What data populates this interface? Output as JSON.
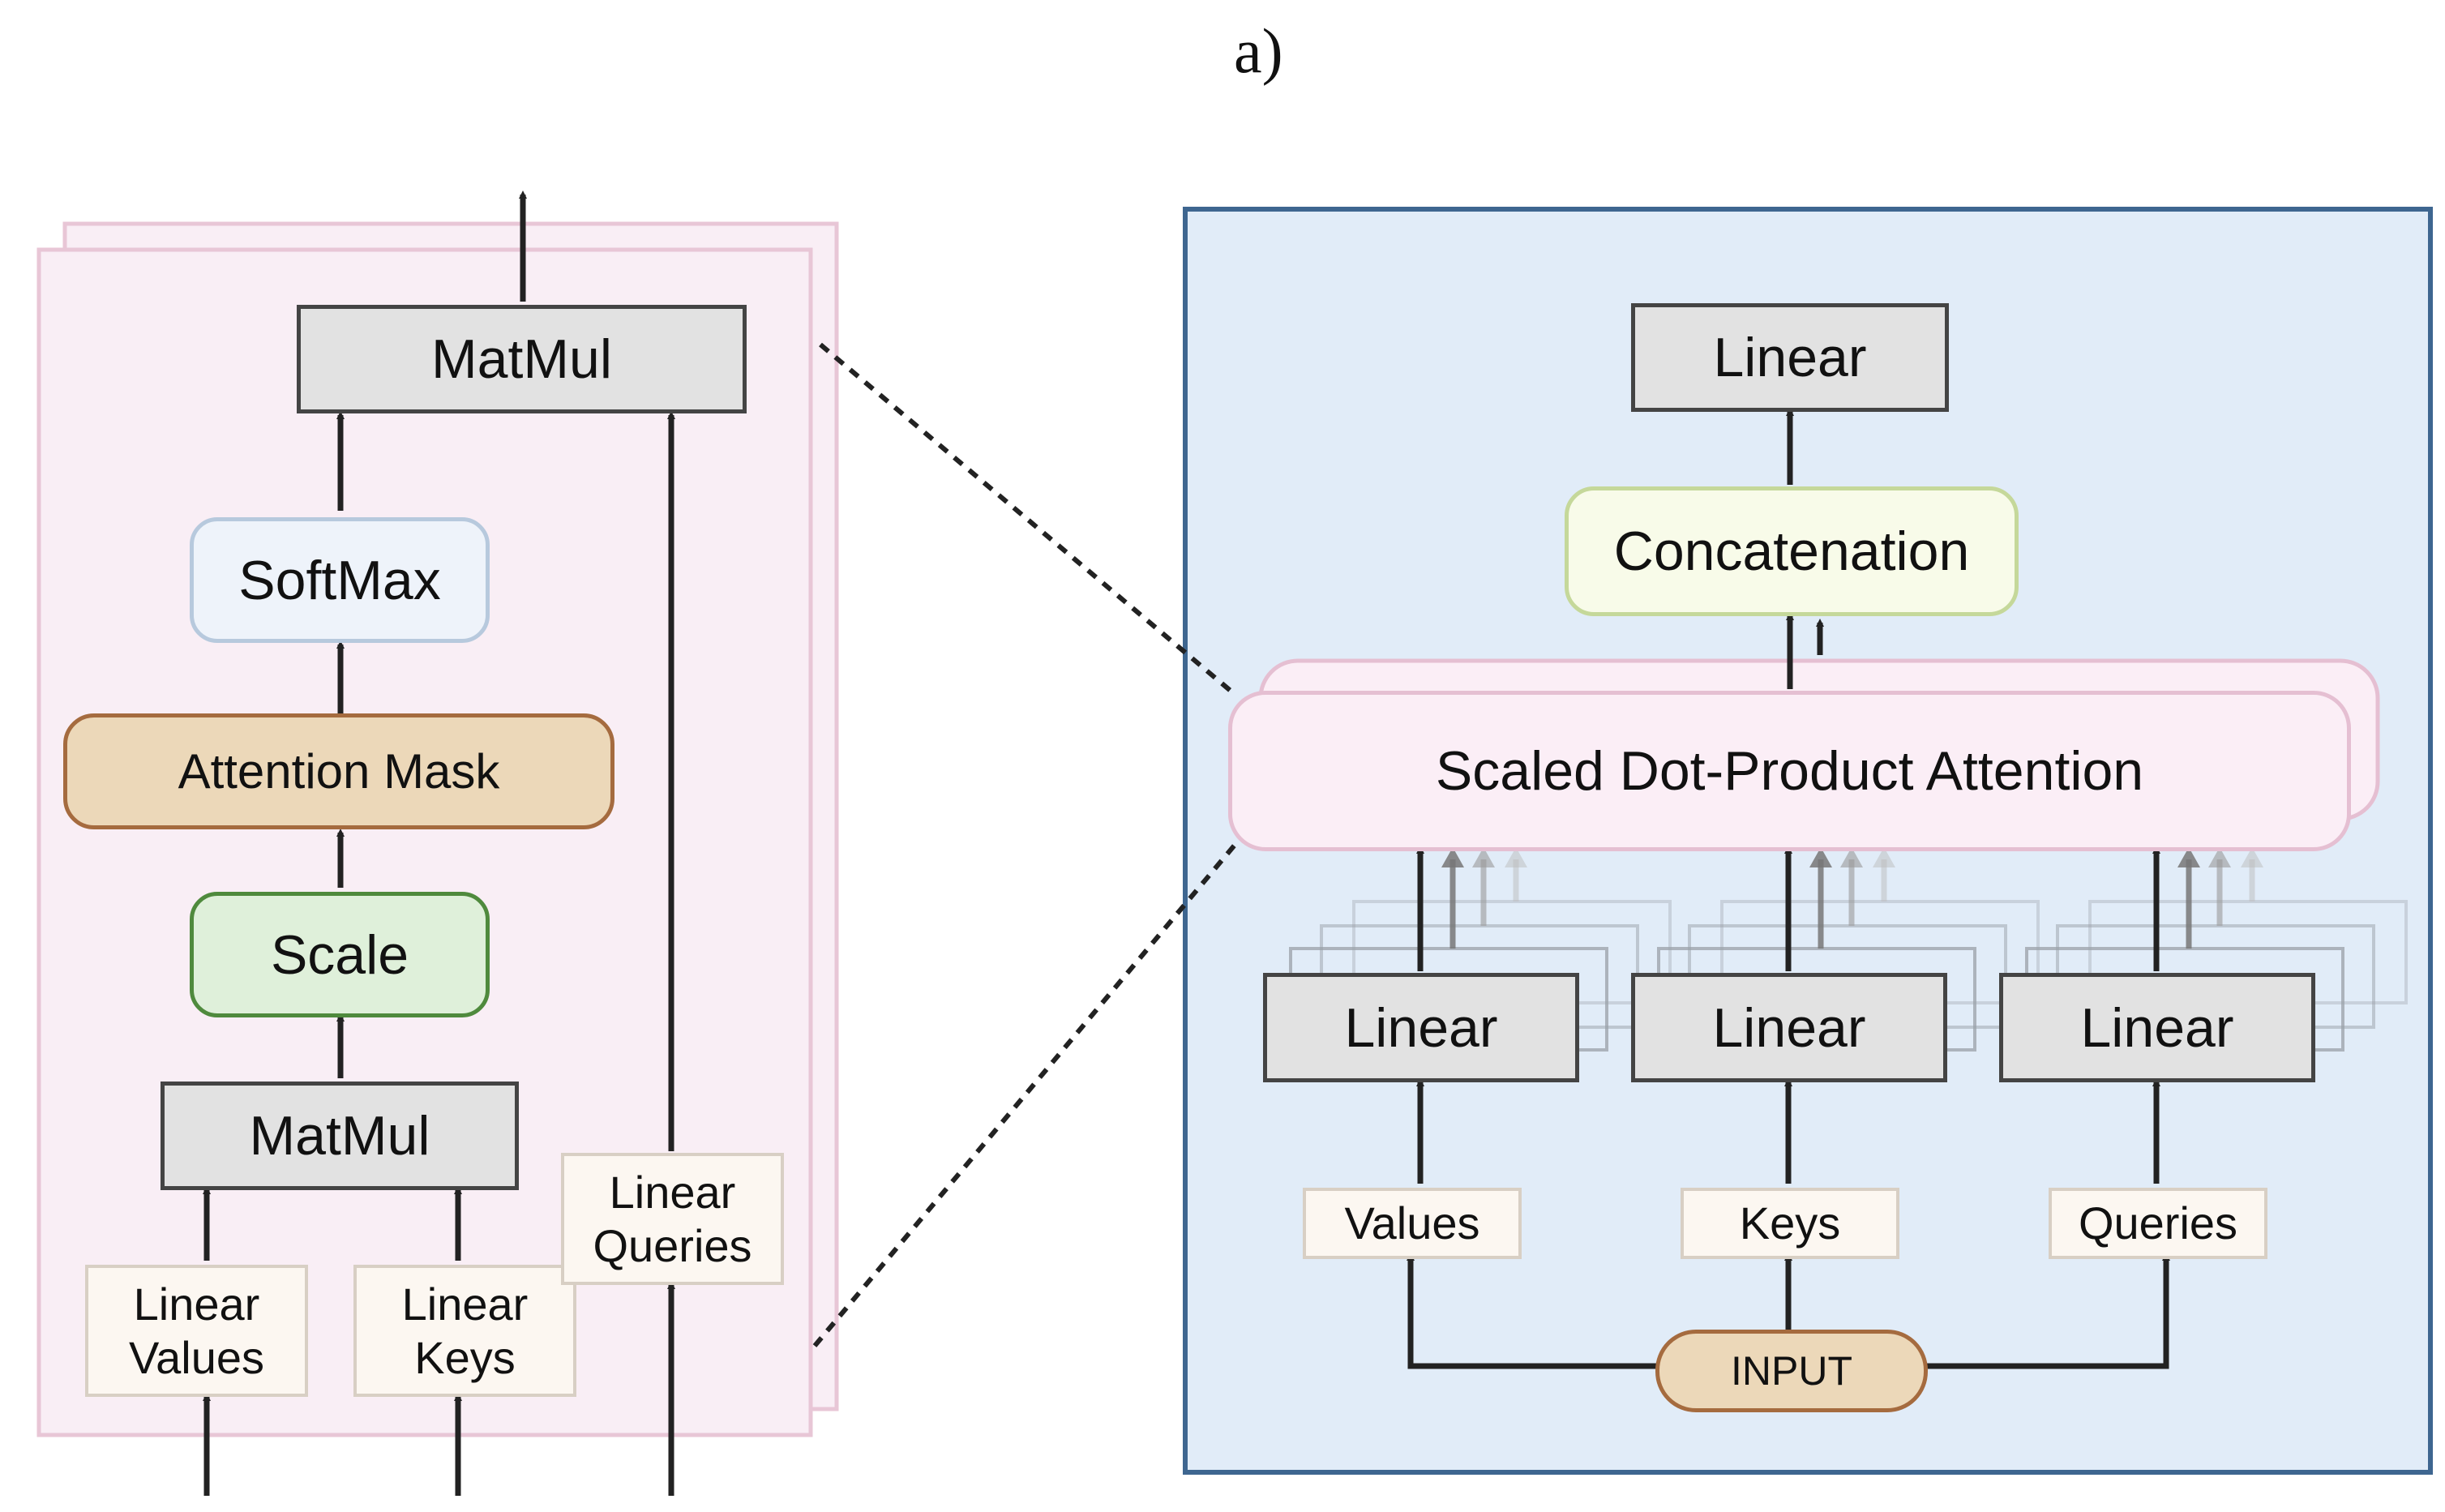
{
  "panel_label": "a)",
  "left_panel": {
    "top_matmul": "MatMul",
    "softmax": "SoftMax",
    "attention_mask": "Attention Mask",
    "scale": "Scale",
    "bottom_matmul": "MatMul",
    "linear_values": "Linear\nValues",
    "linear_keys": "Linear\nKeys",
    "linear_queries": "Linear\nQueries"
  },
  "right_panel": {
    "output_linear": "Linear",
    "concatenation": "Concatenation",
    "attention": "Scaled Dot-Product Attention",
    "linear_values": "Linear",
    "linear_keys": "Linear",
    "linear_queries": "Linear",
    "values": "Values",
    "keys": "Keys",
    "queries": "Queries",
    "input": "INPUT"
  },
  "colors": {
    "left_panel_fill": "#f9eef5",
    "left_panel_border": "#e8c6d6",
    "right_panel_fill": "#e1ecf8",
    "right_panel_border": "#3e6690",
    "arrow": "#222222"
  }
}
